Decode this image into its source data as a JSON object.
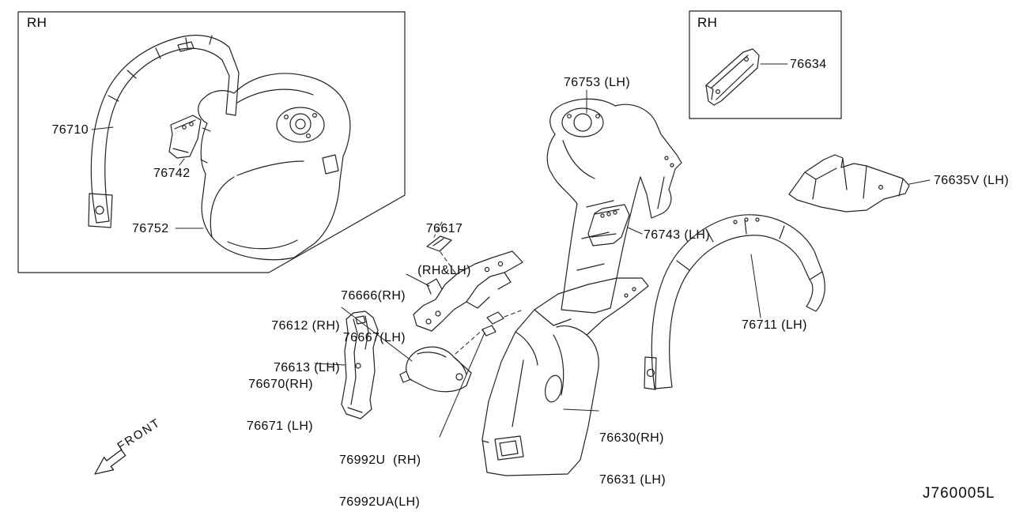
{
  "colors": {
    "background": "#ffffff",
    "line": "#222222",
    "text": "#0a0a0a"
  },
  "labels": {
    "rh_left": "RH",
    "rh_right": "RH",
    "front": "FRONT",
    "diagram_code": "J760005L"
  },
  "parts": {
    "p76710": {
      "line1": "76710"
    },
    "p76742": {
      "line1": "76742"
    },
    "p76752": {
      "line1": "76752"
    },
    "p76753": {
      "line1": "76753 (LH)"
    },
    "p76634": {
      "line1": "76634"
    },
    "p76635": {
      "line1": "76635V (LH)"
    },
    "p76617": {
      "line1": "76617",
      "line2": "(RH&LH)"
    },
    "p76666": {
      "line1": "76666(RH)",
      "line2": "76667(LH)"
    },
    "p76612": {
      "line1": "76612 (RH)",
      "line2": "76613 (LH)"
    },
    "p76670": {
      "line1": "76670(RH)",
      "line2": "76671 (LH)"
    },
    "p76743": {
      "line1": "76743 (LH)"
    },
    "p76711": {
      "line1": "76711 (LH)"
    },
    "p76630": {
      "line1": "76630(RH)",
      "line2": "76631 (LH)"
    },
    "p76992": {
      "line1": "76992U  (RH)",
      "line2": "76992UA(LH)"
    }
  }
}
